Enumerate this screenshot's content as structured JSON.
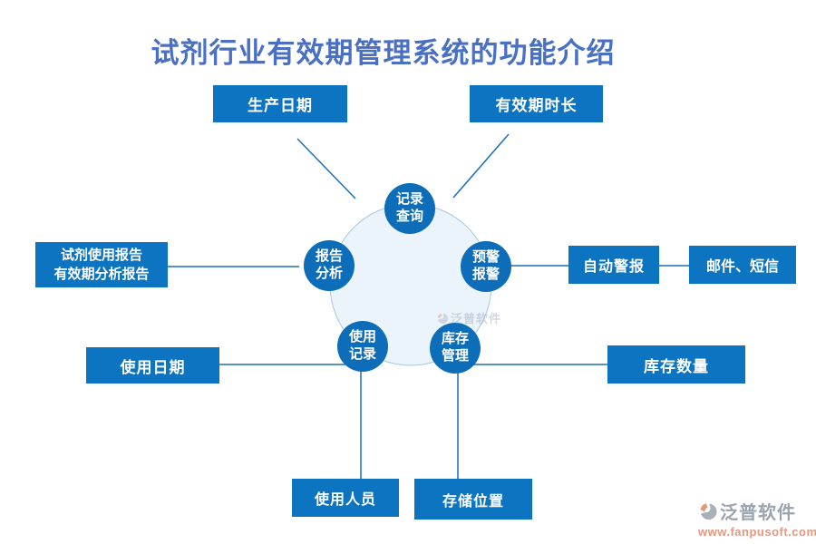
{
  "title": "试剂行业有效期管理系统的功能介绍",
  "hub": {
    "watermark_brand": "泛普软件"
  },
  "nodes": {
    "record_query": {
      "line1": "记录",
      "line2": "查询"
    },
    "warning_alarm": {
      "line1": "预警",
      "line2": "报警"
    },
    "report_analysis": {
      "line1": "报告",
      "line2": "分析"
    },
    "usage_record": {
      "line1": "使用",
      "line2": "记录"
    },
    "inventory_mgmt": {
      "line1": "库存",
      "line2": "管理"
    }
  },
  "boxes": {
    "production_date": "生产日期",
    "validity_duration": "有效期时长",
    "reports_line1": "试剂使用报告",
    "reports_line2": "有效期分析报告",
    "auto_alert": "自动警报",
    "email_sms": "邮件、短信",
    "usage_date": "使用日期",
    "inventory_qty": "库存数量",
    "usage_personnel": "使用人员",
    "storage_location": "存储位置"
  },
  "footer": {
    "brand": "泛普软件",
    "url": "www.fanpusoft.com"
  },
  "colors": {
    "title_text": "#4a70c4",
    "box_bg": "#0c74c0",
    "node_bg": "#0d6db8",
    "hub_fill": "#ebf3fb",
    "hub_stroke": "#a9c7e4",
    "connector_line": "#1b6fb8",
    "text_on_blue": "#ffffff",
    "footer_brand_text": "#9aa3b0",
    "footer_url_text": "#e5987f",
    "logo_orange": "#e2967b",
    "logo_gray": "#a9b0ba"
  }
}
